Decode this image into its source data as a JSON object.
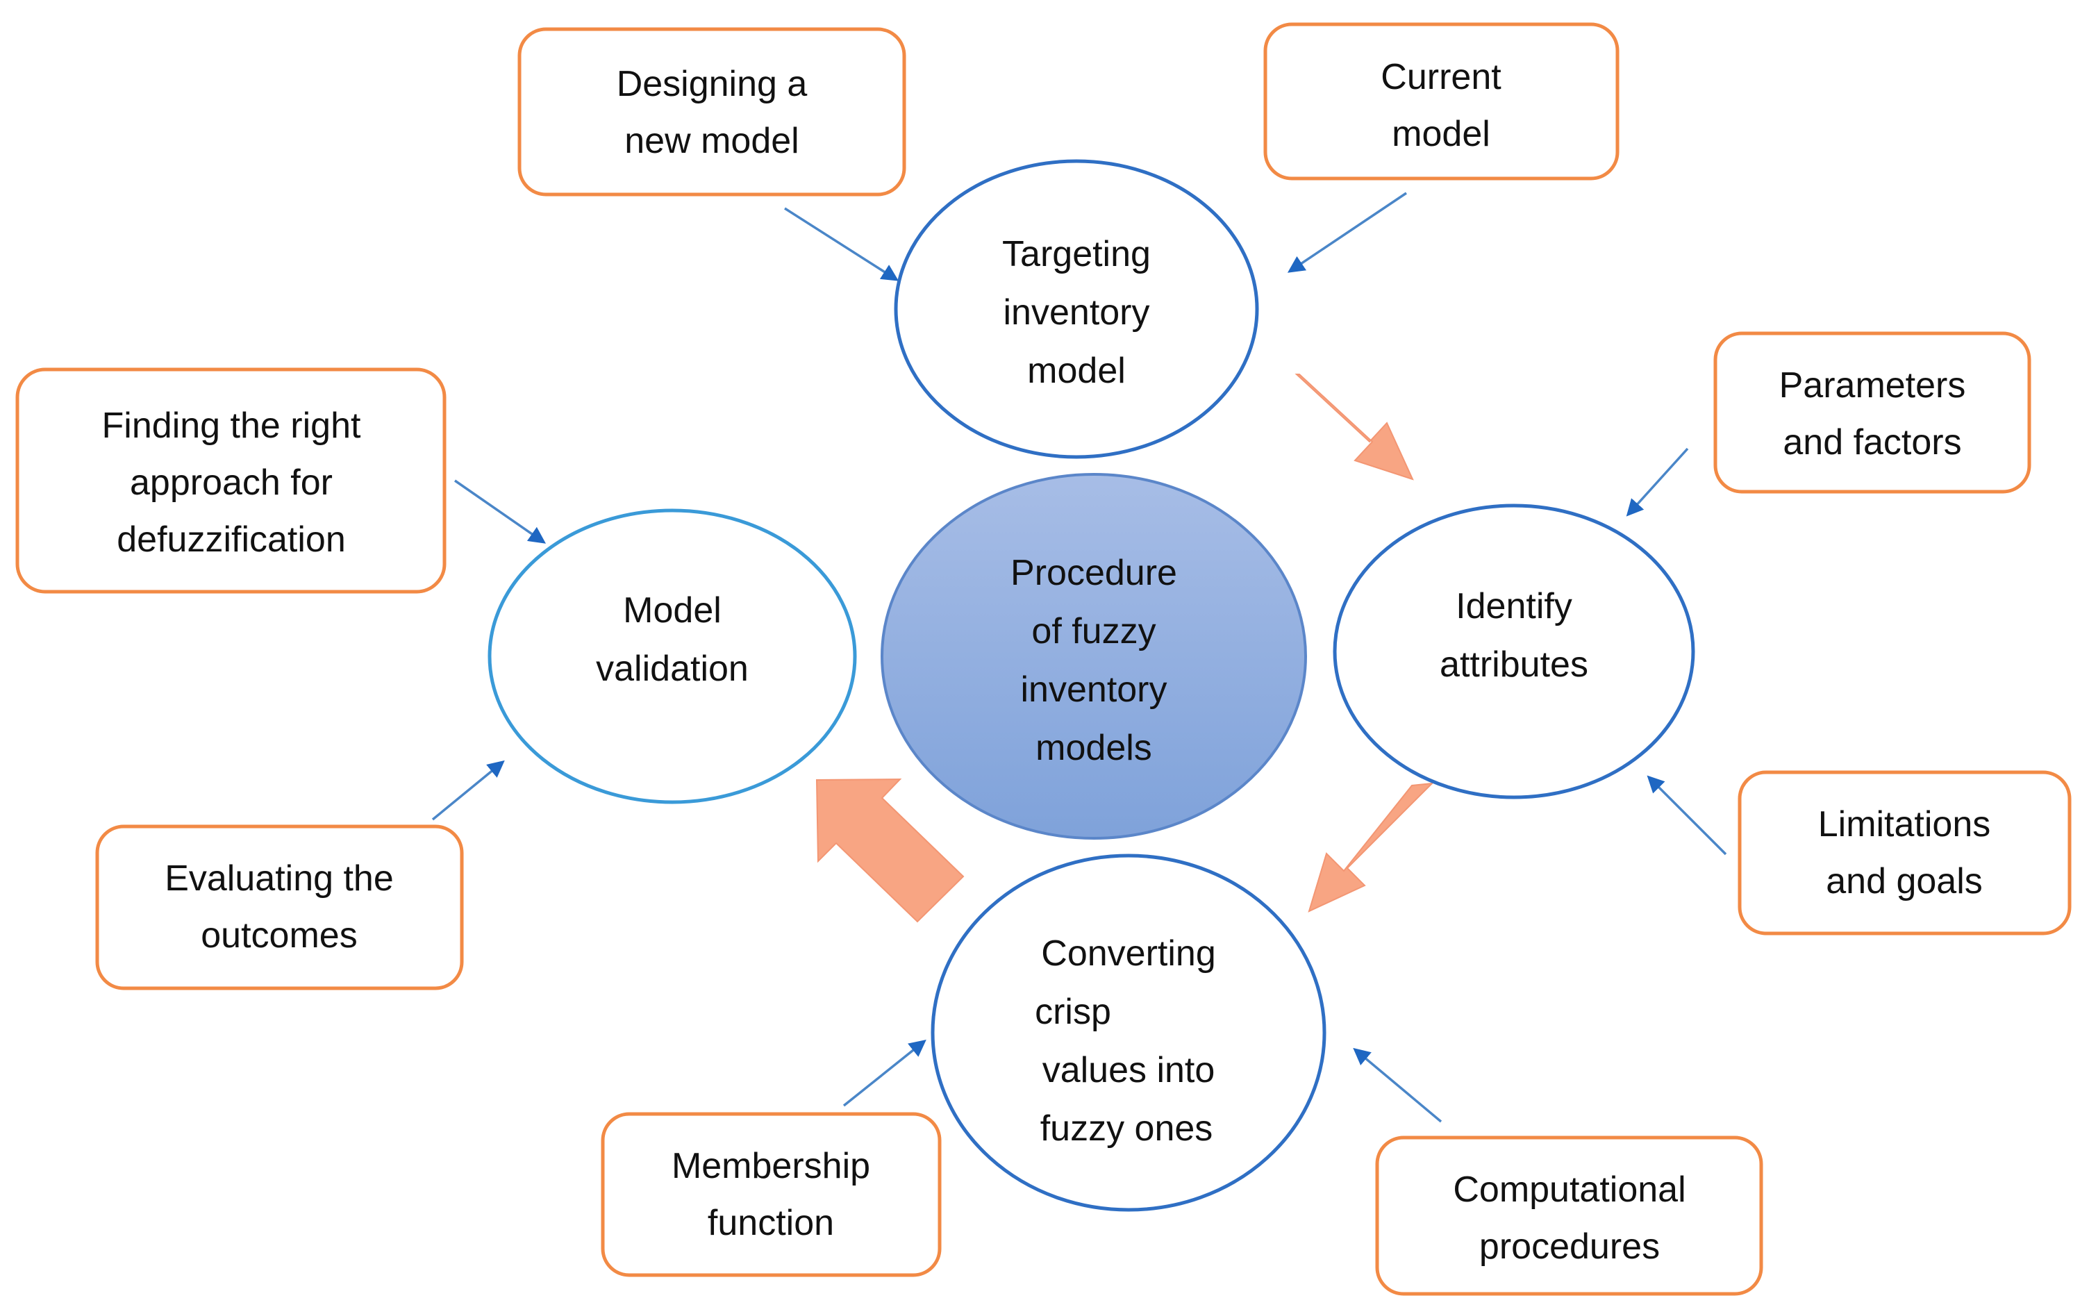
{
  "center": {
    "lines": [
      "Procedure",
      "of fuzzy",
      "inventory",
      "models"
    ]
  },
  "stages": {
    "targeting": {
      "lines": [
        "Targeting",
        "inventory",
        "model"
      ]
    },
    "identify": {
      "lines": [
        "Identify",
        "attributes"
      ]
    },
    "converting": {
      "lines": [
        "Converting",
        "crisp",
        "values into",
        "fuzzy ones"
      ]
    },
    "validation": {
      "lines": [
        "Model",
        "validation"
      ]
    }
  },
  "annotations": {
    "designing": {
      "lines": [
        "Designing a",
        "new model"
      ]
    },
    "current": {
      "lines": [
        "Current",
        "model"
      ]
    },
    "parameters": {
      "lines": [
        "Parameters",
        "and factors"
      ]
    },
    "limitations": {
      "lines": [
        "Limitations",
        "and goals"
      ]
    },
    "computational": {
      "lines": [
        "Computational",
        "procedures"
      ]
    },
    "membership": {
      "lines": [
        "Membership",
        "function"
      ]
    },
    "evaluating": {
      "lines": [
        "Evaluating the",
        "outcomes"
      ]
    },
    "finding": {
      "lines": [
        "Finding the right",
        "approach for",
        "defuzzification"
      ]
    }
  },
  "colors": {
    "box_border": "#f28a45",
    "stage_border": "#2f6fc4",
    "center_fill_top": "#a7bde6",
    "center_fill_bottom": "#7fa2da",
    "flow_arrow": "#f8a583",
    "pointer_arrow": "#4a86c8"
  }
}
